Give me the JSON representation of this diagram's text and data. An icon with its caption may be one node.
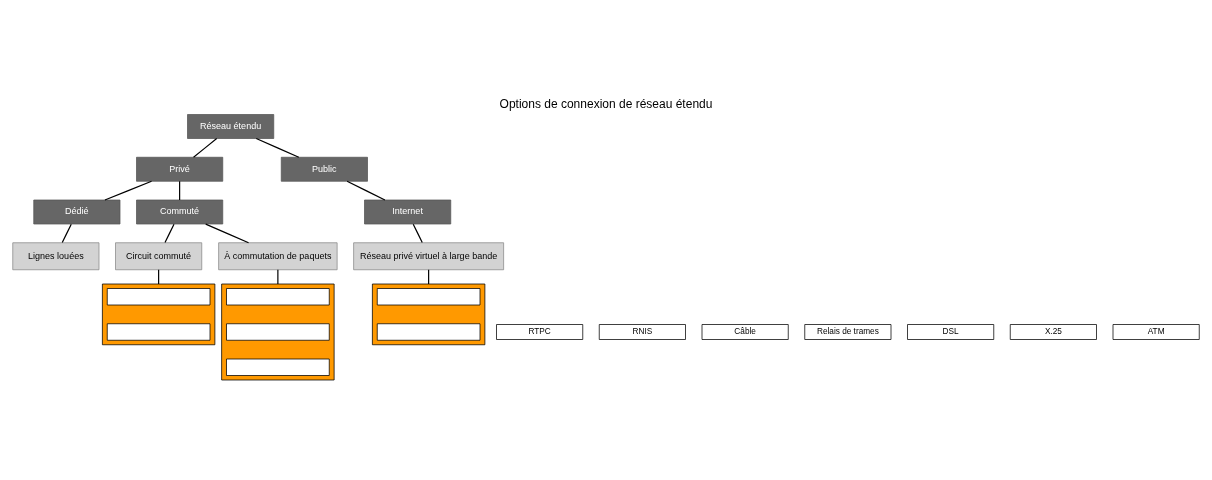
{
  "diagram": {
    "title": "Options de connexion de réseau étendu",
    "nodes": [
      {
        "text": [
          "Réseau étendu"
        ]
      },
      {
        "text": [
          "Privé"
        ]
      },
      {
        "text": [
          "Public"
        ]
      },
      {
        "text": [
          "Dédié"
        ]
      },
      {
        "text": [
          "Commuté"
        ]
      },
      {
        "text": [
          "Internet"
        ]
      },
      {
        "text": [
          "Lignes louées"
        ]
      },
      {
        "text": [
          "Circuit commuté"
        ]
      },
      {
        "text": [
          "À commutation de paquets"
        ]
      },
      {
        "text": [
          "Réseau privé virtuel à large bande"
        ]
      },
      {
        "text": [],
        "shape": "bar"
      },
      {
        "text": [],
        "shape": "box",
        "in": 10
      },
      {
        "text": [],
        "shape": "box",
        "in": 10
      },
      {
        "text": [],
        "shape": "bar"
      },
      {
        "text": [],
        "shape": "box",
        "in": 13
      },
      {
        "text": [],
        "shape": "box",
        "in": 13
      },
      {
        "text": [],
        "shape": "box",
        "in": 13
      },
      {
        "text": [],
        "shape": "bar"
      },
      {
        "text": [],
        "shape": "box",
        "in": 17
      },
      {
        "text": [],
        "shape": "box",
        "in": 17
      },
      {
        "text": [
          "RTPC"
        ]
      },
      {
        "text": [
          "RNIS"
        ]
      },
      {
        "text": [
          "Câble"
        ]
      },
      {
        "text": [
          "Relais de trames"
        ]
      },
      {
        "text": [
          "DSL"
        ]
      },
      {
        "text": [
          "X.25"
        ]
      },
      {
        "text": [
          "ATM"
        ]
      }
    ],
    "edges": [
      {
        "from": 0,
        "to": 1,
        "arrow": "none"
      },
      {
        "from": 0,
        "to": 2,
        "arrow": "none"
      },
      {
        "from": 1,
        "to": 3,
        "arrow": "none"
      },
      {
        "from": 1,
        "to": 4,
        "arrow": "none"
      },
      {
        "from": 2,
        "to": 5,
        "arrow": "none"
      },
      {
        "from": 3,
        "to": 6,
        "arrow": "none"
      },
      {
        "from": 4,
        "to": 7,
        "arrow": "none"
      },
      {
        "from": 4,
        "to": 8,
        "arrow": "none"
      },
      {
        "from": 5,
        "to": 9,
        "arrow": "none"
      },
      {
        "from": 7,
        "to": 10,
        "arrow": "none"
      },
      {
        "from": 8,
        "to": 13,
        "arrow": "none"
      },
      {
        "from": 9,
        "to": 17,
        "arrow": "none"
      }
    ]
  }
}
